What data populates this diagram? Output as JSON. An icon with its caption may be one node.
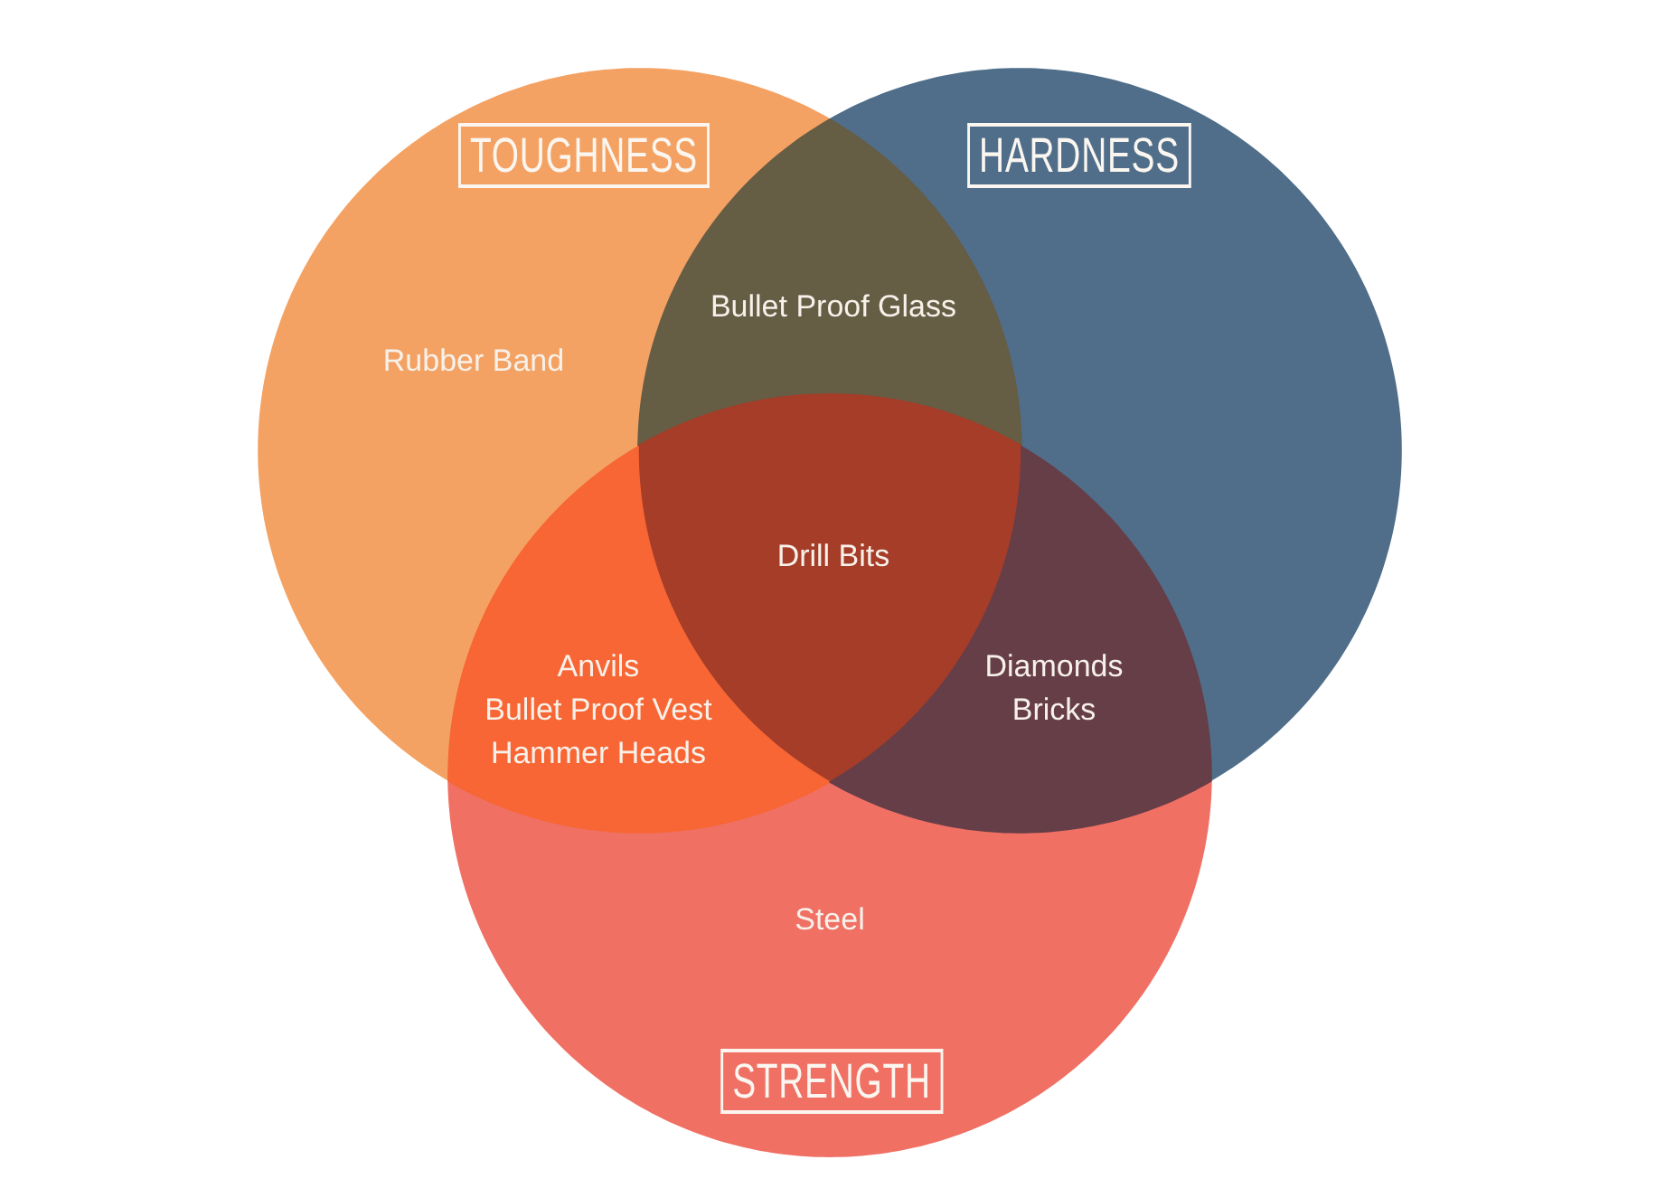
{
  "diagram": {
    "nodes": [
      {
        "text": [
          "TOUGHNESS",
          "Rubber Band"
        ]
      },
      {
        "text": [
          "HARDNESS"
        ]
      },
      {
        "text": [
          "Steel",
          "STRENGTH"
        ]
      },
      {
        "text": [
          "Bullet Proof Glass"
        ]
      },
      {
        "text": [
          "Drill Bits"
        ]
      },
      {
        "text": [
          "Anvils Bullet Proof Vest Hammer Heads"
        ]
      },
      {
        "text": [
          "Diamonds Bricks"
        ]
      }
    ]
  }
}
